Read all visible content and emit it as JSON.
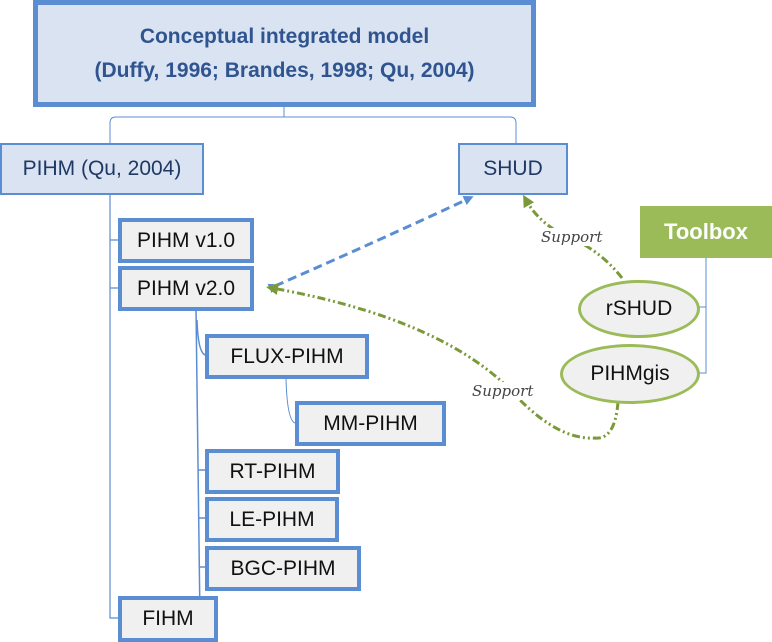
{
  "diagram": {
    "root": {
      "line1": "Conceptual integrated model",
      "line2": "(Duffy, 1996; Brandes, 1998; Qu, 2004)"
    },
    "branches": {
      "pihm": "PIHM (Qu, 2004)",
      "shud": "SHUD"
    },
    "pihm_children": {
      "v1": "PIHM v1.0",
      "v2": "PIHM v2.0",
      "fihm": "FIHM"
    },
    "v2_children": {
      "flux": "FLUX-PIHM",
      "mm": "MM-PIHM",
      "rt": "RT-PIHM",
      "le": "LE-PIHM",
      "bgc": "BGC-PIHM"
    },
    "toolbox": {
      "title": "Toolbox",
      "items": [
        "rSHUD",
        "PIHMgis"
      ]
    },
    "edge_labels": {
      "support_shud": "Support",
      "support_pihm": "Support"
    },
    "colors": {
      "blue": "#5b8dd3",
      "green": "#9bbb59",
      "navy_text": "#2f5490"
    }
  }
}
